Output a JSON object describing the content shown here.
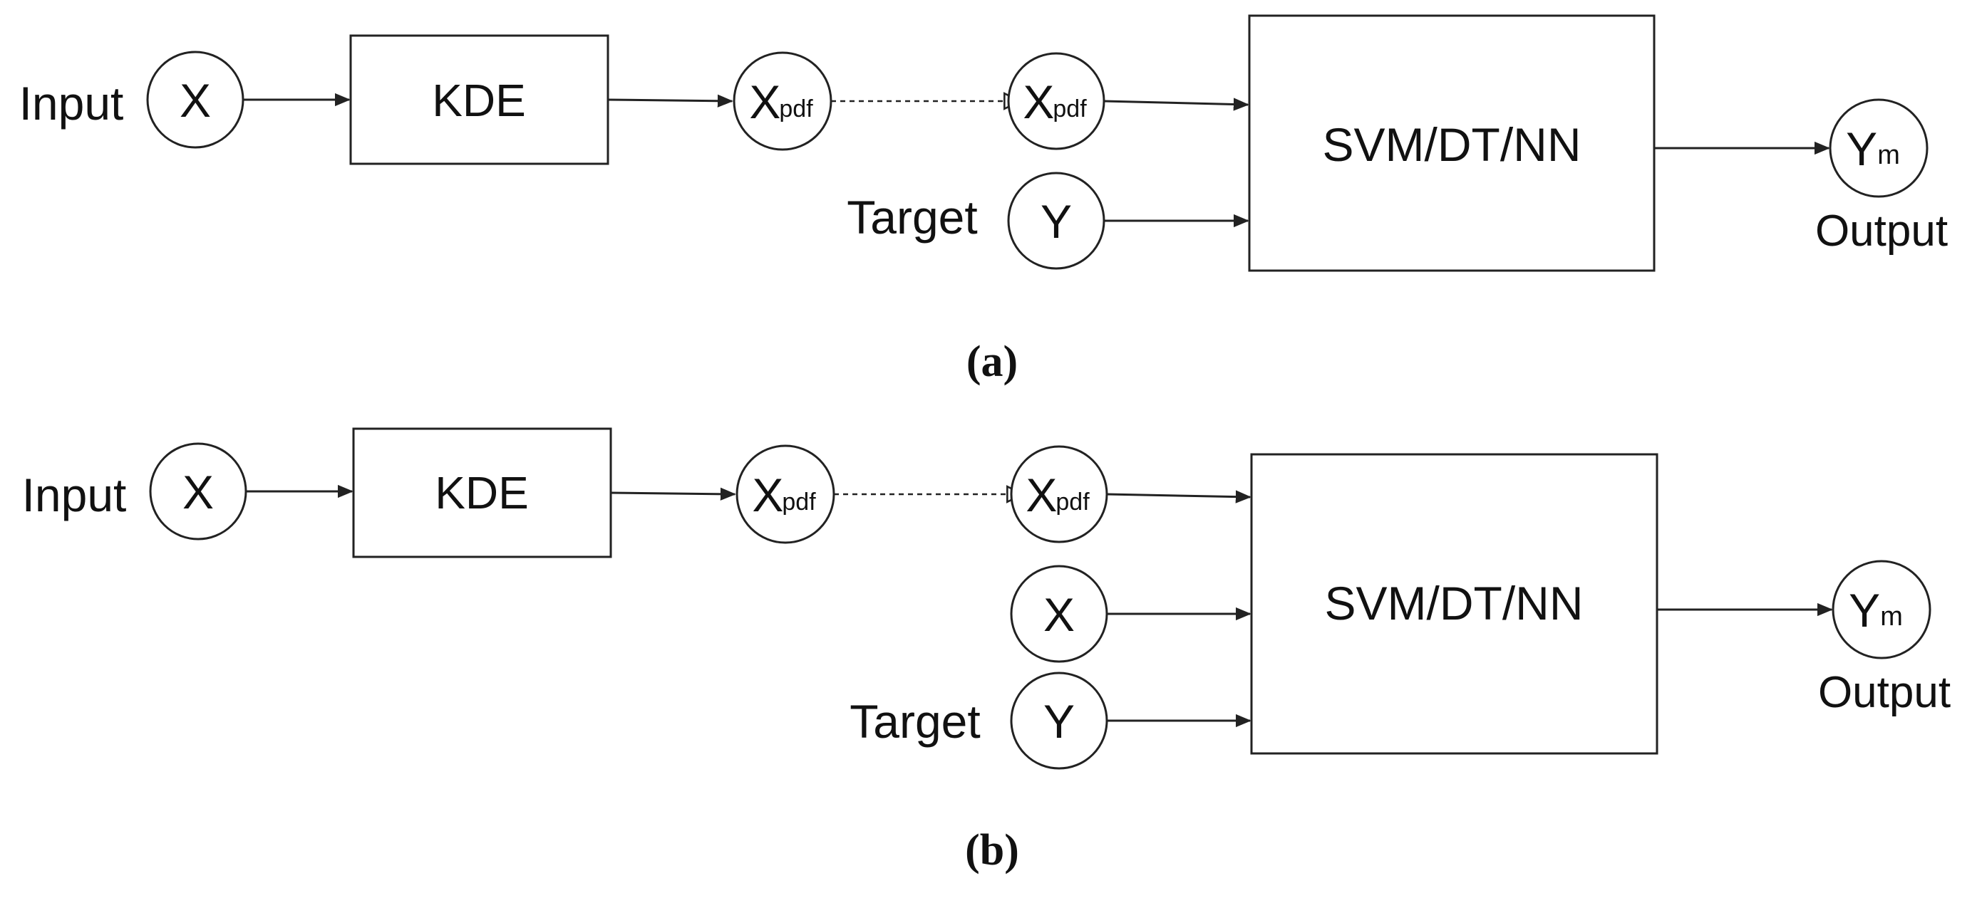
{
  "panels": [
    {
      "caption": "(a)",
      "input_label": "Input",
      "target_label": "Target",
      "output_label": "Output",
      "nodes": {
        "x": "X",
        "xpdf_main": "X",
        "xpdf_sub": "pdf",
        "y": "Y",
        "ym_main": "Y",
        "ym_sub": "m"
      },
      "kde_label": "KDE",
      "model_label": "SVM/DT/NN"
    },
    {
      "caption": "(b)",
      "input_label": "Input",
      "target_label": "Target",
      "output_label": "Output",
      "nodes": {
        "x": "X",
        "xpdf_main": "X",
        "xpdf_sub": "pdf",
        "x_extra": "X",
        "y": "Y",
        "ym_main": "Y",
        "ym_sub": "m"
      },
      "kde_label": "KDE",
      "model_label": "SVM/DT/NN"
    }
  ]
}
